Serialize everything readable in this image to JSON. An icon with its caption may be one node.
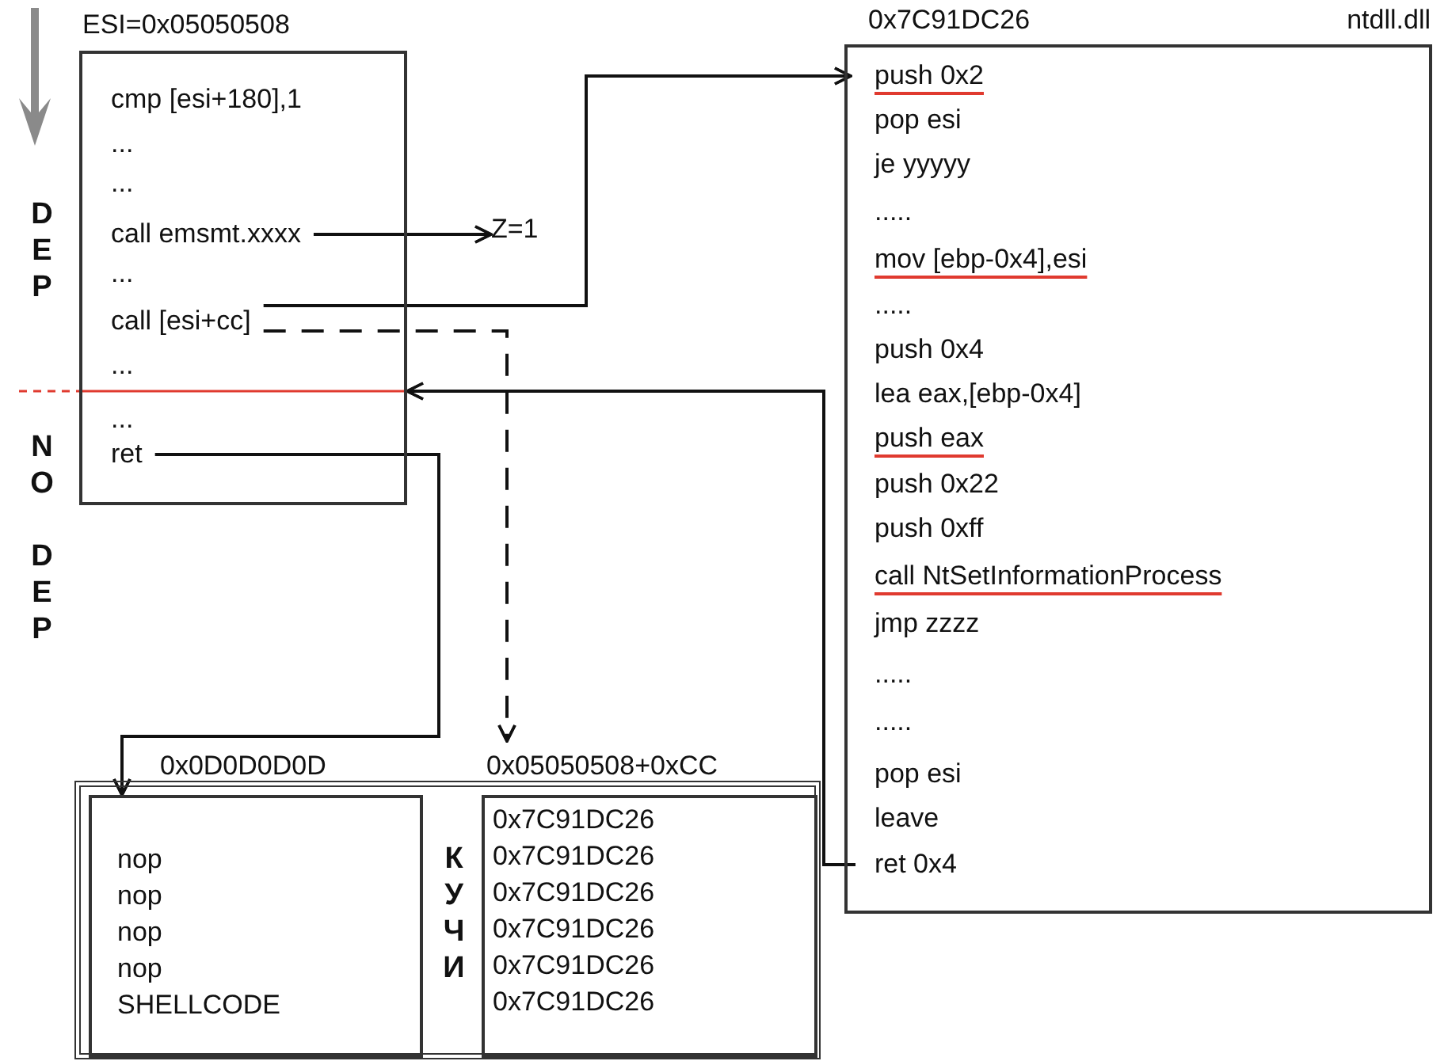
{
  "diagram": {
    "nodes": [
      {
        "text": [
          "ESI=0x05050508"
        ]
      },
      {
        "text": [
          "cmp [esi+180],1"
        ],
        "in": 0
      },
      {
        "text": [
          "..."
        ],
        "in": 0
      },
      {
        "text": [
          "..."
        ],
        "in": 0
      },
      {
        "text": [
          "call emsmt.xxxx"
        ],
        "in": 0
      },
      {
        "text": [
          "..."
        ],
        "in": 0
      },
      {
        "text": [
          "call [esi+cc]"
        ],
        "in": 0
      },
      {
        "text": [
          "..."
        ],
        "in": 0
      },
      {
        "text": [
          "..."
        ],
        "in": 0
      },
      {
        "text": [
          "ret"
        ],
        "in": 0
      },
      {
        "text": [
          "Z=1"
        ]
      },
      {
        "text": [
          "0x7C91DC26",
          "ntdll.dll"
        ]
      },
      {
        "text": [
          "push 0x2"
        ],
        "in": 11
      },
      {
        "text": [
          "pop esi"
        ],
        "in": 11
      },
      {
        "text": [
          "je yyyyy"
        ],
        "in": 11
      },
      {
        "text": [
          "....."
        ],
        "in": 11
      },
      {
        "text": [
          "mov [ebp-0x4],esi"
        ],
        "in": 11
      },
      {
        "text": [
          "....."
        ],
        "in": 11
      },
      {
        "text": [
          "push 0x4"
        ],
        "in": 11
      },
      {
        "text": [
          "lea eax,[ebp-0x4]"
        ],
        "in": 11
      },
      {
        "text": [
          "push eax"
        ],
        "in": 11
      },
      {
        "text": [
          "push 0x22"
        ],
        "in": 11
      },
      {
        "text": [
          "push 0xff"
        ],
        "in": 11
      },
      {
        "text": [
          "call NtSetInformationProcess"
        ],
        "in": 11
      },
      {
        "text": [
          "jmp zzzz"
        ],
        "in": 11
      },
      {
        "text": [
          "....."
        ],
        "in": 11
      },
      {
        "text": [
          "....."
        ],
        "in": 11
      },
      {
        "text": [
          "pop esi"
        ],
        "in": 11
      },
      {
        "text": [
          "leave"
        ],
        "in": 11
      },
      {
        "text": [
          "ret 0x4"
        ],
        "in": 11
      },
      {
        "text": [
          "КУЧИ"
        ]
      },
      {
        "text": [
          "0x0D0D0D0D",
          "nop nop nop nop SHELLCODE"
        ],
        "in": 30
      },
      {
        "text": [
          "0x05050508+0xCC",
          "0x7C91DC26 0x7C91DC26 0x7C91DC26 0x7C91DC26 0x7C91DC26 0x7C91DC26"
        ],
        "in": 30
      }
    ],
    "edges": [
      {
        "from": 4,
        "to": 10,
        "arrow": "to"
      },
      {
        "from": 6,
        "to": 12,
        "arrow": "to"
      },
      {
        "from": 6,
        "to": 32,
        "arrow": "to",
        "style": "dashed"
      },
      {
        "from": 9,
        "to": 31,
        "arrow": "to"
      },
      {
        "from": 29,
        "to": 0,
        "arrow": "to"
      }
    ],
    "labels": [
      "DEP",
      "NO DEP"
    ]
  }
}
